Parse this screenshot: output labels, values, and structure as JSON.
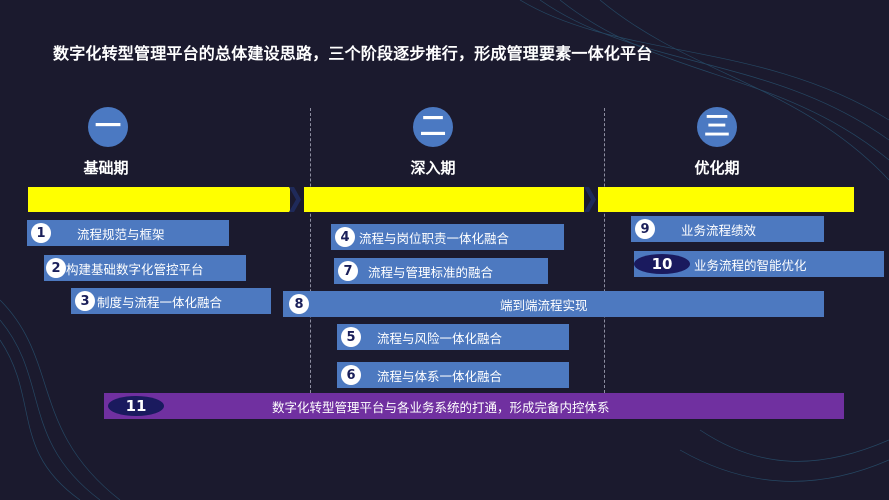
{
  "title": "数字化转型管理平台的总体建设思路，三个阶段逐步推行，形成管理要素一体化平台",
  "colors": {
    "background": "#1b1a2e",
    "timeline": "#ffff00",
    "item_box": "#4d79c0",
    "circle": "#4b79c2",
    "chevron": "#1f2a5a",
    "summary_bar": "#7030a0"
  },
  "phases": [
    {
      "glyph": "一",
      "label": "基础期"
    },
    {
      "glyph": "二",
      "label": "深入期"
    },
    {
      "glyph": "三",
      "label": "优化期"
    }
  ],
  "items": [
    {
      "num": "1",
      "text": "流程规范与框架"
    },
    {
      "num": "2",
      "text": "构建基础数字化管控平台"
    },
    {
      "num": "3",
      "text": "制度与流程一体化融合"
    },
    {
      "num": "4",
      "text": "流程与岗位职责一体化融合"
    },
    {
      "num": "7",
      "text": "流程与管理标准的融合"
    },
    {
      "num": "8",
      "text": "端到端流程实现"
    },
    {
      "num": "5",
      "text": "流程与风险一体化融合"
    },
    {
      "num": "6",
      "text": "流程与体系一体化融合"
    },
    {
      "num": "9",
      "text": "业务流程绩效"
    },
    {
      "num": "10",
      "text": "业务流程的智能优化"
    }
  ],
  "summary": {
    "num": "11",
    "text": "数字化转型管理平台与各业务系统的打通，形成完备内控体系"
  }
}
